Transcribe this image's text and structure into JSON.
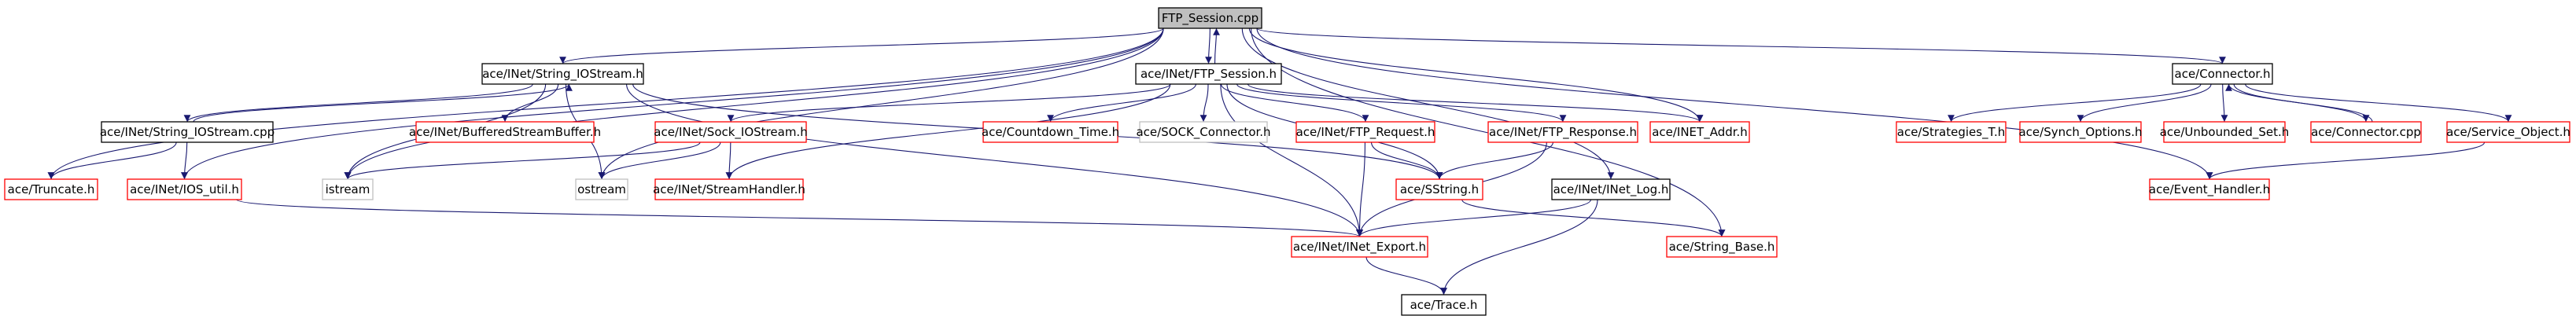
{
  "colors": {
    "background": "#ffffff",
    "edge": "#191970",
    "border_default": "#ff0000",
    "border_documented": "#000000",
    "border_external": "#bfbfbf",
    "fill_root": "#bfbfbf",
    "fill_default": "#ffffff"
  },
  "nodes": [
    {
      "id": "root",
      "label": "FTP_Session.cpp",
      "kind": "root"
    },
    {
      "id": "strio_h",
      "label": "ace/INet/String_IOStream.h",
      "kind": "documented"
    },
    {
      "id": "ftps_h",
      "label": "ace/INet/FTP_Session.h",
      "kind": "documented"
    },
    {
      "id": "conn_h",
      "label": "ace/Connector.h",
      "kind": "documented"
    },
    {
      "id": "strio_cpp",
      "label": "ace/INet/String_IOStream.cpp",
      "kind": "documented"
    },
    {
      "id": "bsb_h",
      "label": "ace/INet/BufferedStreamBuffer.h",
      "kind": "default"
    },
    {
      "id": "sockio_h",
      "label": "ace/INet/Sock_IOStream.h",
      "kind": "default"
    },
    {
      "id": "cdt_h",
      "label": "ace/Countdown_Time.h",
      "kind": "default"
    },
    {
      "id": "sockconn_h",
      "label": "ace/SOCK_Connector.h",
      "kind": "external"
    },
    {
      "id": "ftpreq_h",
      "label": "ace/INet/FTP_Request.h",
      "kind": "default"
    },
    {
      "id": "ftpresp_h",
      "label": "ace/INet/FTP_Response.h",
      "kind": "default"
    },
    {
      "id": "inetaddr_h",
      "label": "ace/INET_Addr.h",
      "kind": "default"
    },
    {
      "id": "strat_h",
      "label": "ace/Strategies_T.h",
      "kind": "default"
    },
    {
      "id": "synch_h",
      "label": "ace/Synch_Options.h",
      "kind": "default"
    },
    {
      "id": "unb_h",
      "label": "ace/Unbounded_Set.h",
      "kind": "default"
    },
    {
      "id": "conn_cpp",
      "label": "ace/Connector.cpp",
      "kind": "default"
    },
    {
      "id": "svcobj_h",
      "label": "ace/Service_Object.h",
      "kind": "default"
    },
    {
      "id": "trunc_h",
      "label": "ace/Truncate.h",
      "kind": "default"
    },
    {
      "id": "iosutil_h",
      "label": "ace/INet/IOS_util.h",
      "kind": "default"
    },
    {
      "id": "istream",
      "label": "istream",
      "kind": "external"
    },
    {
      "id": "ostream",
      "label": "ostream",
      "kind": "external"
    },
    {
      "id": "sh_h",
      "label": "ace/INet/StreamHandler.h",
      "kind": "default"
    },
    {
      "id": "sstring_h",
      "label": "ace/SString.h",
      "kind": "default"
    },
    {
      "id": "inetlog_h",
      "label": "ace/INet/INet_Log.h",
      "kind": "documented"
    },
    {
      "id": "evh_h",
      "label": "ace/Event_Handler.h",
      "kind": "default"
    },
    {
      "id": "inetexp_h",
      "label": "ace/INet/INet_Export.h",
      "kind": "default"
    },
    {
      "id": "strbase_h",
      "label": "ace/String_Base.h",
      "kind": "default"
    },
    {
      "id": "trace_h",
      "label": "ace/Trace.h",
      "kind": "documented"
    }
  ],
  "edges": [
    [
      "root",
      "strio_h"
    ],
    [
      "root",
      "ftps_h"
    ],
    [
      "root",
      "conn_h"
    ],
    [
      "root",
      "trunc_h"
    ],
    [
      "root",
      "iosutil_h"
    ],
    [
      "root",
      "istream"
    ],
    [
      "root",
      "ostream"
    ],
    [
      "root",
      "inetaddr_h"
    ],
    [
      "root",
      "inetlog_h"
    ],
    [
      "root",
      "evh_h"
    ],
    [
      "root",
      "strbase_h"
    ],
    [
      "strio_h",
      "strio_cpp"
    ],
    [
      "strio_h",
      "bsb_h"
    ],
    [
      "strio_h",
      "istream"
    ],
    [
      "strio_h",
      "ostream"
    ],
    [
      "strio_h",
      "inetexp_h"
    ],
    [
      "strio_h",
      "sstring_h"
    ],
    [
      "strio_cpp",
      "strio_h"
    ],
    [
      "strio_cpp",
      "trunc_h"
    ],
    [
      "strio_cpp",
      "iosutil_h"
    ],
    [
      "ftps_h",
      "root"
    ],
    [
      "ftps_h",
      "sockio_h"
    ],
    [
      "ftps_h",
      "cdt_h"
    ],
    [
      "ftps_h",
      "sockconn_h"
    ],
    [
      "ftps_h",
      "ftpreq_h"
    ],
    [
      "ftps_h",
      "ftpresp_h"
    ],
    [
      "ftps_h",
      "inetaddr_h"
    ],
    [
      "ftps_h",
      "sh_h"
    ],
    [
      "ftps_h",
      "sstring_h"
    ],
    [
      "ftps_h",
      "inetexp_h"
    ],
    [
      "sockio_h",
      "istream"
    ],
    [
      "sockio_h",
      "ostream"
    ],
    [
      "sockio_h",
      "sh_h"
    ],
    [
      "ftpreq_h",
      "sstring_h"
    ],
    [
      "ftpreq_h",
      "inetexp_h"
    ],
    [
      "ftpresp_h",
      "sstring_h"
    ],
    [
      "ftpresp_h",
      "inetexp_h"
    ],
    [
      "iosutil_h",
      "inetexp_h"
    ],
    [
      "sstring_h",
      "strbase_h"
    ],
    [
      "inetlog_h",
      "inetexp_h"
    ],
    [
      "inetlog_h",
      "trace_h"
    ],
    [
      "inetexp_h",
      "trace_h"
    ],
    [
      "conn_h",
      "strat_h"
    ],
    [
      "conn_h",
      "synch_h"
    ],
    [
      "conn_h",
      "unb_h"
    ],
    [
      "conn_h",
      "conn_cpp"
    ],
    [
      "conn_h",
      "svcobj_h"
    ],
    [
      "conn_cpp",
      "conn_h"
    ],
    [
      "svcobj_h",
      "evh_h"
    ]
  ]
}
